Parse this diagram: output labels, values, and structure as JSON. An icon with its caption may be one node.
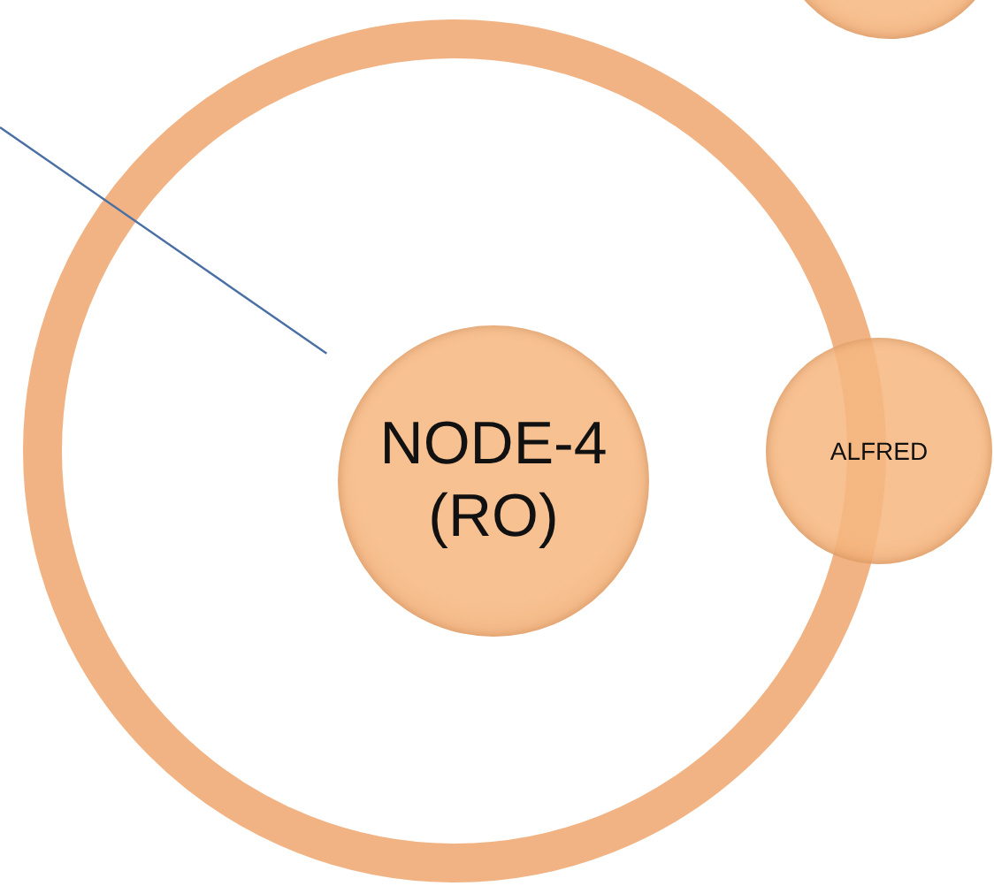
{
  "diagram": {
    "nodes": [
      {
        "text": [],
        "shape": "ring"
      },
      {
        "text": [
          "NODE-4 (RO)"
        ],
        "in": 0
      },
      {
        "text": [
          "ALFRED"
        ]
      },
      {
        "text": [],
        "shape": "circle"
      }
    ],
    "edges": [
      {
        "from": null,
        "to": 1,
        "arrow": "none",
        "color": "#4a6fa5"
      }
    ]
  }
}
